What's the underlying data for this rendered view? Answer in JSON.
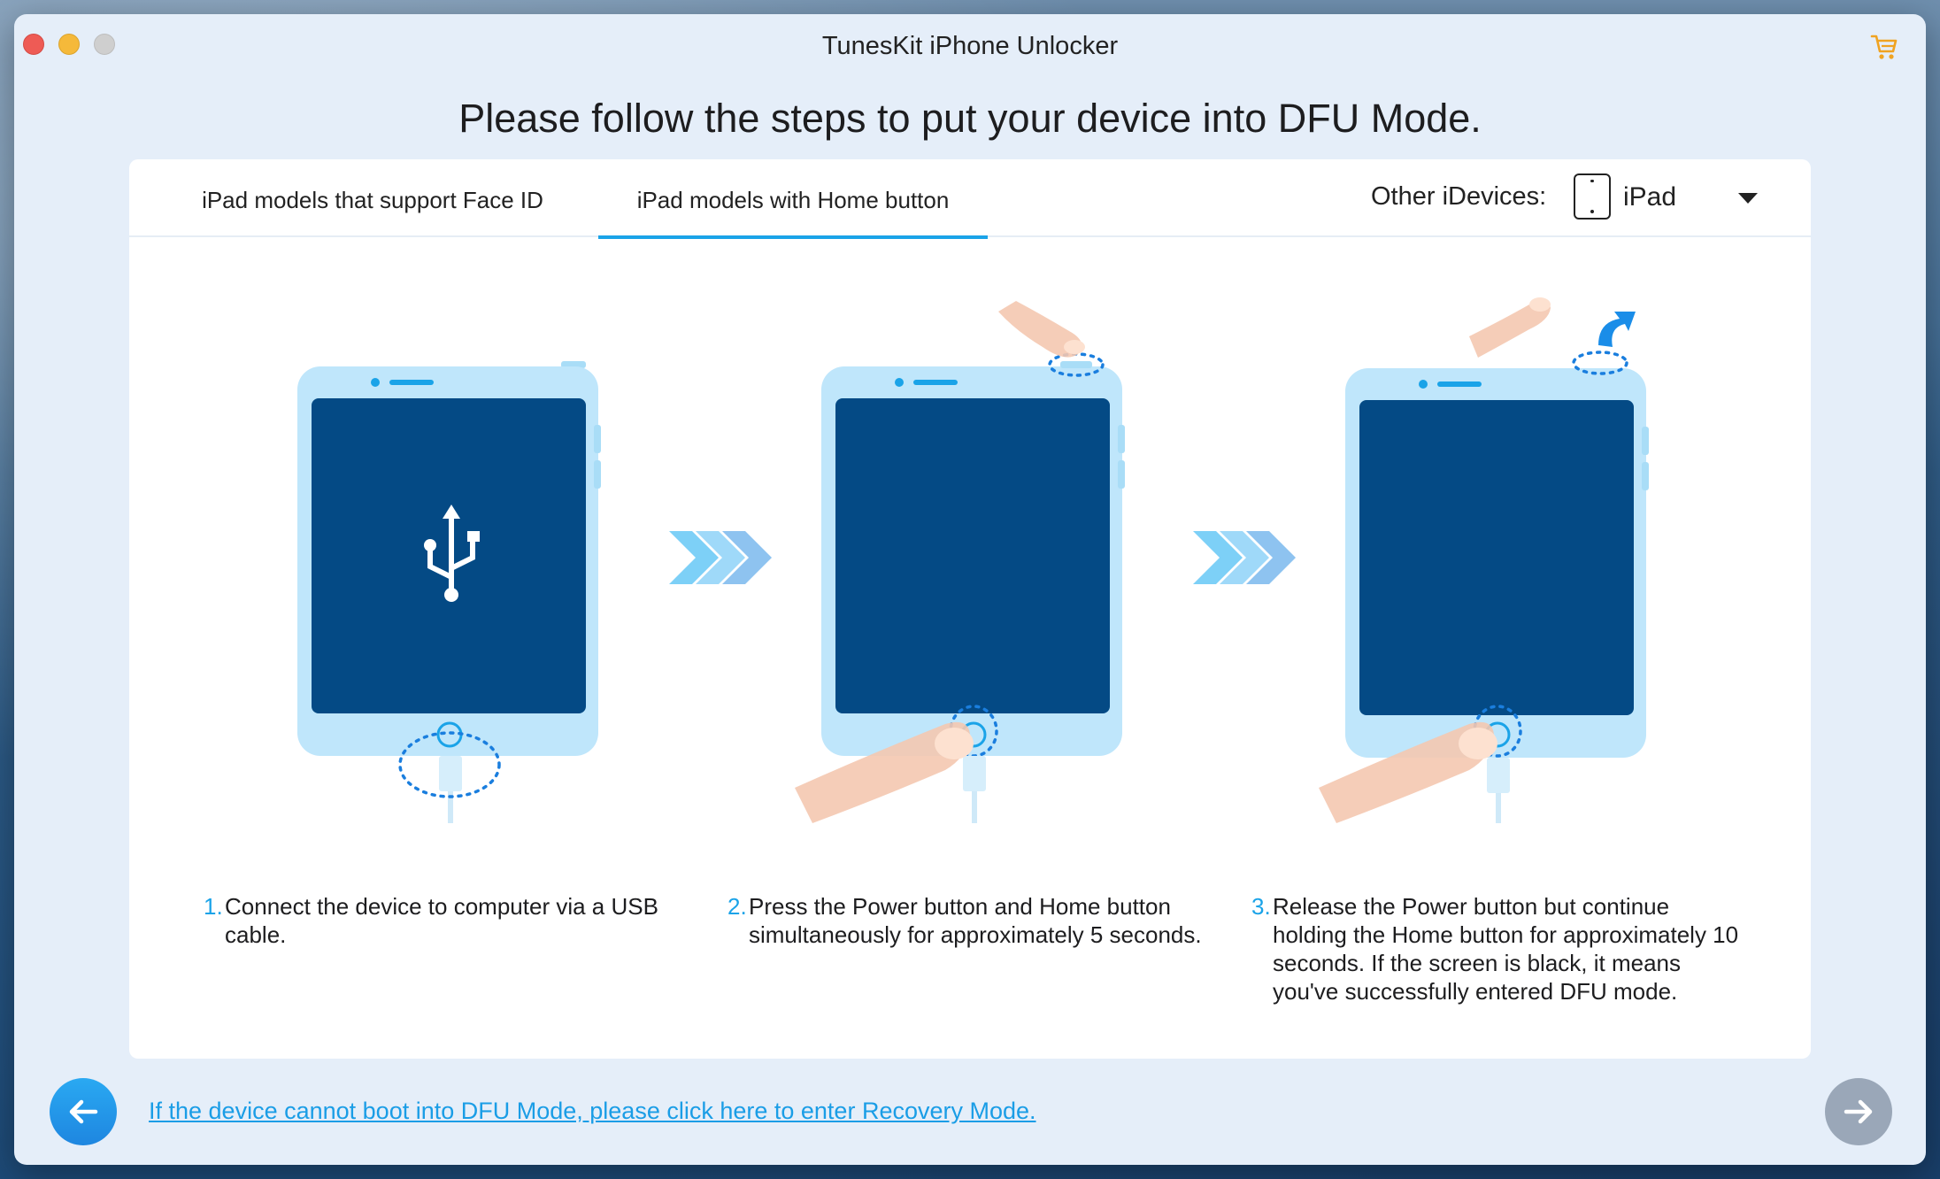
{
  "window": {
    "title": "TunesKit iPhone Unlocker",
    "cart_icon": "cart-icon"
  },
  "headline": "Please follow the steps to put your device into DFU Mode.",
  "tabs": [
    {
      "label": "iPad models that support Face ID",
      "active": false
    },
    {
      "label": "iPad models with Home button",
      "active": true
    }
  ],
  "other_devices": {
    "label": "Other iDevices:",
    "selected": "iPad",
    "icon": "ipad-icon"
  },
  "steps": [
    {
      "number": "1.",
      "lines": [
        "Connect the device to computer via a USB",
        "cable."
      ]
    },
    {
      "number": "2.",
      "lines": [
        "Press the Power button and Home button",
        "simultaneously for approximately 5 seconds."
      ]
    },
    {
      "number": "3.",
      "lines": [
        "Release the Power button but continue",
        "holding the Home button for approximately 10",
        "seconds. If the screen is black, it means",
        "you've successfully entered DFU mode."
      ]
    }
  ],
  "footer": {
    "recovery_link": "If the device cannot boot into DFU Mode, please click here to enter Recovery Mode.",
    "back_icon": "arrow-left-icon",
    "next_icon": "arrow-right-icon"
  },
  "colors": {
    "accent": "#1aa3e8",
    "screen": "#044a85",
    "device_frame": "#bfe6fb",
    "disabled_button": "#9aa7b8"
  }
}
